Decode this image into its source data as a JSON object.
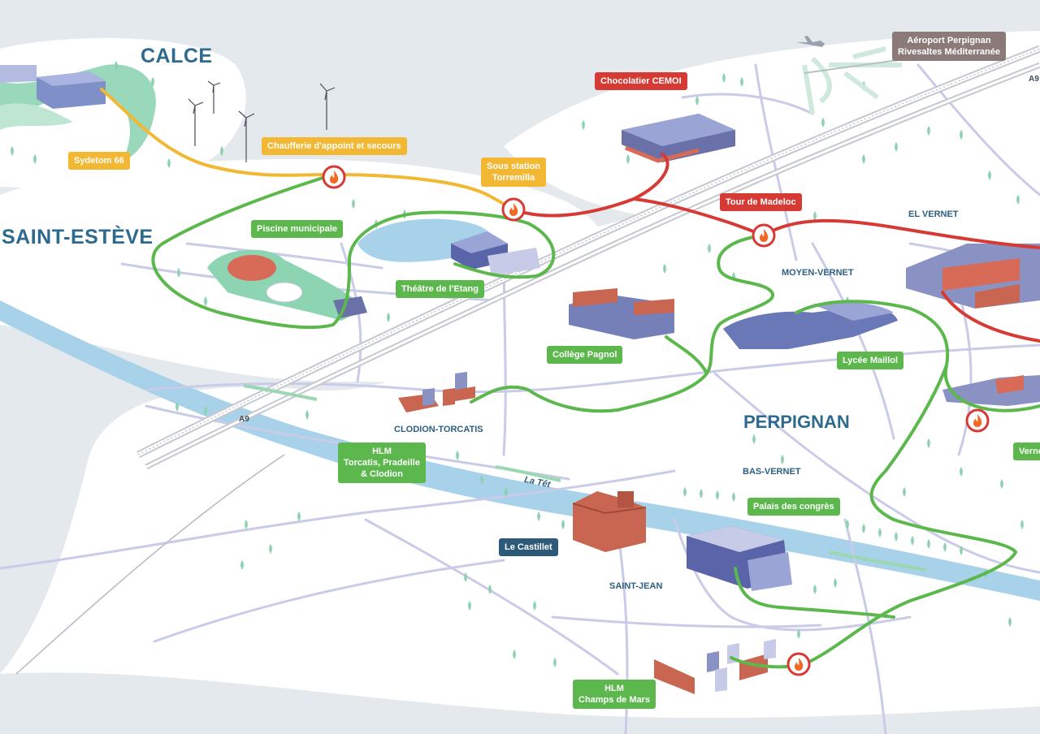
{
  "map": {
    "areas": {
      "calce": "CALCE",
      "saint_esteve": "SAINT-ESTÈVE",
      "perpignan": "PERPIGNAN",
      "el_vernet": "EL VERNET",
      "moyen_vernet": "MOYEN-VERNET",
      "clodion_torcatis": "CLODION-TORCATIS",
      "bas_vernet": "BAS-VERNET",
      "saint_jean": "SAINT-JEAN"
    },
    "roads": {
      "a9_left": "A9",
      "a9_right": "A9"
    },
    "river": "La Têt",
    "labels": {
      "sydetom": "Sydetom 66",
      "chaufferie": "Chaufferie d'appoint et secours",
      "sous_station_1": "Sous station",
      "sous_station_2": "Torremilla",
      "chocolatier": "Chocolatier CEMOI",
      "aeroport_1": "Aéroport Perpignan",
      "aeroport_2": "Rivesaltes Méditerranée",
      "tour_madeloc": "Tour de Madeloc",
      "piscine": "Piscine municipale",
      "theatre": "Théâtre de l'Etang",
      "college": "Collège Pagnol",
      "lycee": "Lycée Maillol",
      "hlm_torcatis_1": "HLM",
      "hlm_torcatis_2": "Torcatis, Pradeille",
      "hlm_torcatis_3": "& Clodion",
      "palais": "Palais des congrès",
      "castillet": "Le Castillet",
      "hlm_champs_1": "HLM",
      "hlm_champs_2": "Champs de Mars",
      "vernet_edge": "Verne"
    },
    "colors": {
      "background": "#e3e9ec",
      "land": "#ffffff",
      "road": "#c9cbe8",
      "river": "#a8d2ea",
      "heat_network_green": "#5cb84c",
      "heat_network_yellow": "#f2b733",
      "heat_network_red": "#d63a35",
      "area_text": "#2d6a8e"
    },
    "icons": [
      "flame-icon",
      "wind-turbine-icon",
      "airplane-icon",
      "tree-icon",
      "building-icon"
    ]
  }
}
